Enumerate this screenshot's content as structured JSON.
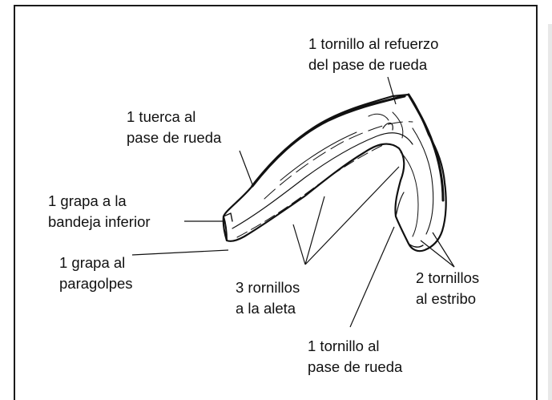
{
  "labels": {
    "tornillo_refuerzo": {
      "line1": "1 tornillo al refuerzo",
      "line2": "del pase de rueda"
    },
    "tuerca_pase": {
      "line1": "1 tuerca al",
      "line2": "pase de rueda"
    },
    "grapa_bandeja": {
      "line1": "1 grapa a la",
      "line2": "bandeja inferior"
    },
    "grapa_paragolpes": {
      "line1": "1 grapa al",
      "line2": "paragolpes"
    },
    "rornillos_aleta": {
      "line1": "3 rornillos",
      "line2": "a la aleta"
    },
    "tornillos_estribo": {
      "line1": "2 tornillos",
      "line2": "al estribo"
    },
    "tornillo_pase": {
      "line1": "1 tornillo al",
      "line2": "pase de rueda"
    }
  },
  "colors": {
    "ink": "#111111",
    "frame": "#1a1a1a",
    "background": "#ffffff"
  }
}
